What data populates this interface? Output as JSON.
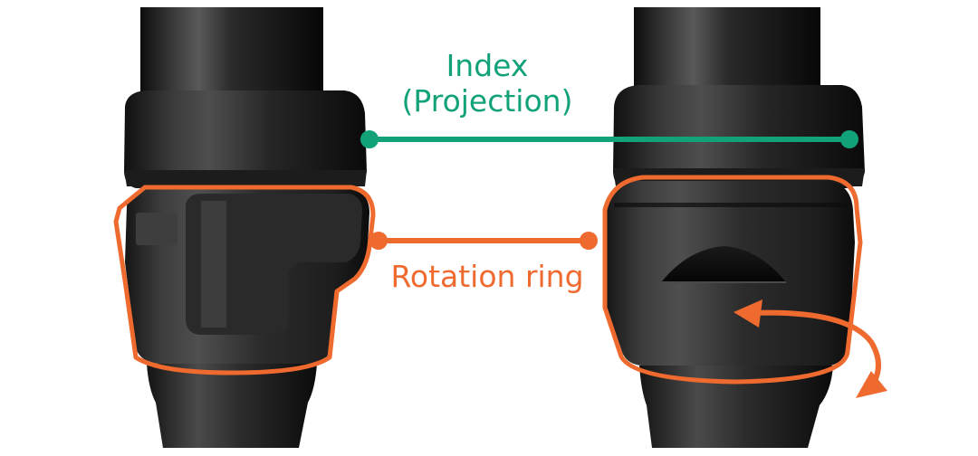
{
  "labels": {
    "index_line1": "Index",
    "index_line2": "(Projection)",
    "rotation_ring": "Rotation ring"
  },
  "colors": {
    "index": "#12a27a",
    "rotation": "#ef6a2f",
    "body_dark": "#141414",
    "body_mid": "#2c2c2c",
    "highlight": "#5a5a5a",
    "background": "#ffffff"
  }
}
